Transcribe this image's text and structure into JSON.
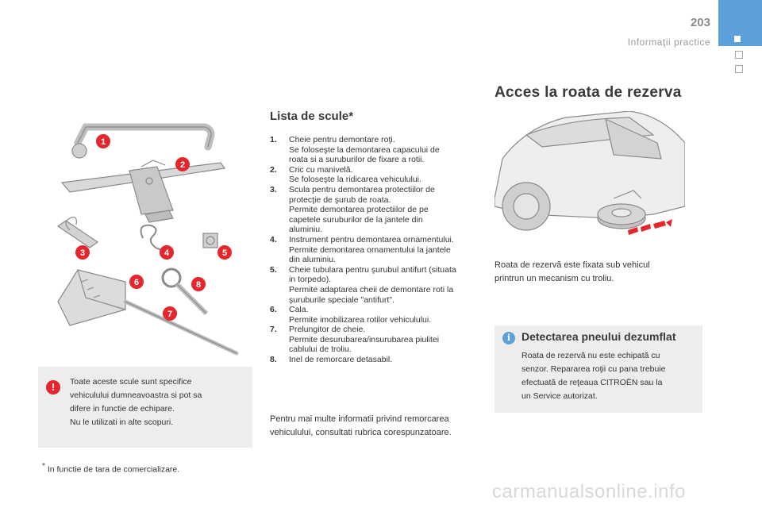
{
  "header": {
    "page_number": "203",
    "section_title": "Informaţii practice"
  },
  "tools_figure": {
    "callouts": [
      "1",
      "2",
      "3",
      "4",
      "5",
      "6",
      "7",
      "8"
    ],
    "callout_color": "#e5262c"
  },
  "tool_list": {
    "heading": "Lista de scule*",
    "items": [
      {
        "num": "1.",
        "lines": [
          "Cheie pentru demontare roţi.",
          "Se foloseşte la demontarea capacului de",
          "roata si a suruburilor de fixare a rotii."
        ]
      },
      {
        "num": "2.",
        "lines": [
          "Cric cu manivelă.",
          "Se foloseşte la ridicarea vehiculului."
        ]
      },
      {
        "num": "3.",
        "lines": [
          "Scula pentru demontarea protectiilor de",
          "protecţie de şurub de roata.",
          "Permite demontarea protectiilor de pe",
          "capetele suruburilor de la jantele din",
          "aluminiu."
        ]
      },
      {
        "num": "4.",
        "lines": [
          "Instrument pentru demontarea ornamentului.",
          "Permite demontarea ornamentului la jantele",
          "din aluminiu."
        ]
      },
      {
        "num": "5.",
        "lines": [
          "Cheie tubulara pentru şurubul antifurt (situata",
          "in torpedo).",
          "Permite adaptarea cheii de demontare roti la",
          "şuruburile speciale \"antifurt\"."
        ]
      },
      {
        "num": "6.",
        "lines": [
          "Cala.",
          "Permite imobilizarea rotilor vehiculului."
        ]
      },
      {
        "num": "7.",
        "lines": [
          "Prelungitor de cheie.",
          "Permite desurubarea/insurubarea piulitei",
          "cablului de troliu."
        ]
      },
      {
        "num": "8.",
        "lines": [
          "Inel de remorcare detasabil."
        ]
      }
    ],
    "footer_lines": [
      "Pentru mai multe informatii privind remorcarea",
      "vehiculului, consultati rubrica corespunzatoare."
    ]
  },
  "warning": {
    "icon": "warning-exclamation-icon",
    "icon_color": "#e5262c",
    "lines": [
      "Toate aceste scule sunt specifice",
      "vehiculului dumneavoastra si pot sa",
      "difere in functie de echipare.",
      "Nu le utilizati in alte scopuri."
    ]
  },
  "footnote": {
    "mark": "*",
    "text": " In functie de tara de comercializare."
  },
  "spare_access": {
    "heading": "Acces la roata de rezerva",
    "text_lines": [
      "Roata de rezervă este fixata sub vehicul",
      "printrun un mecanism cu troliu."
    ]
  },
  "info": {
    "icon": "info-icon",
    "icon_color": "#5ba0d8",
    "title": "Detectarea pneului dezumflat",
    "lines": [
      "Roata de rezervă nu este echipată cu",
      "senzor. Repararea roţii cu pana trebuie",
      "efectuată de reţeaua CITROËN sau la",
      "un Service autorizat."
    ]
  },
  "watermark": "carmanualsonline.info",
  "accent_color": "#5ba0d8"
}
